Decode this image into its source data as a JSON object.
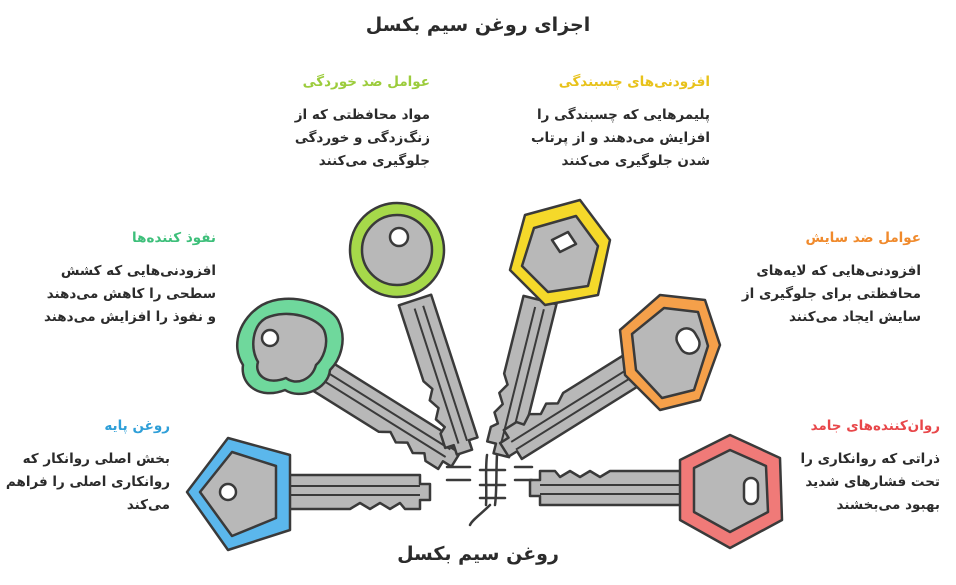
{
  "title_top": "اجزای روغن سیم بکسل",
  "title_bottom": "روغن سیم بکسل",
  "items": [
    {
      "heading": "عوامل ضد خوردگی",
      "lines": [
        "مواد محافظتی که از",
        "زنگ‌زدگی و خوردگی",
        "جلوگیری می‌کنند"
      ],
      "color": "#9ccc3c"
    },
    {
      "heading": "افزودنی‌های چسبندگی",
      "lines": [
        "پلیمرهایی که چسبندگی را",
        "افزایش می‌دهند و از پرتاب",
        "شدن جلوگیری می‌کنند"
      ],
      "color": "#e8c21a"
    },
    {
      "heading": "نفوذ کننده‌ها",
      "lines": [
        "افزودنی‌هایی که کشش",
        "سطحی را کاهش می‌دهند",
        "و نفوذ را افزایش می‌دهند"
      ],
      "color": "#3dbf7a"
    },
    {
      "heading": "عوامل ضد سایش",
      "lines": [
        "افزودنی‌هایی که لایه‌های",
        "محافظتی برای جلوگیری از",
        "سایش ایجاد می‌کنند"
      ],
      "color": "#f08a2c"
    },
    {
      "heading": "روغن پایه",
      "lines": [
        "بخش اصلی روانکار که",
        "روانکاری اصلی را فراهم",
        "می‌کند"
      ],
      "color": "#2f9fd8"
    },
    {
      "heading": "روان‌کننده‌های جامد",
      "lines": [
        "ذراتی که روانکاری را",
        "تحت فشارهای شدید",
        "بهبود می‌بخشند"
      ],
      "color": "#e8474a"
    }
  ],
  "colors": {
    "key_metal": "#b8b8b8",
    "key_outline": "#3a3a3a",
    "green": "#a6d94a",
    "yellow": "#f5d92a",
    "mint": "#6fd89c",
    "orange": "#f5a04a",
    "blue": "#5bb7ec",
    "red": "#f07a78"
  }
}
